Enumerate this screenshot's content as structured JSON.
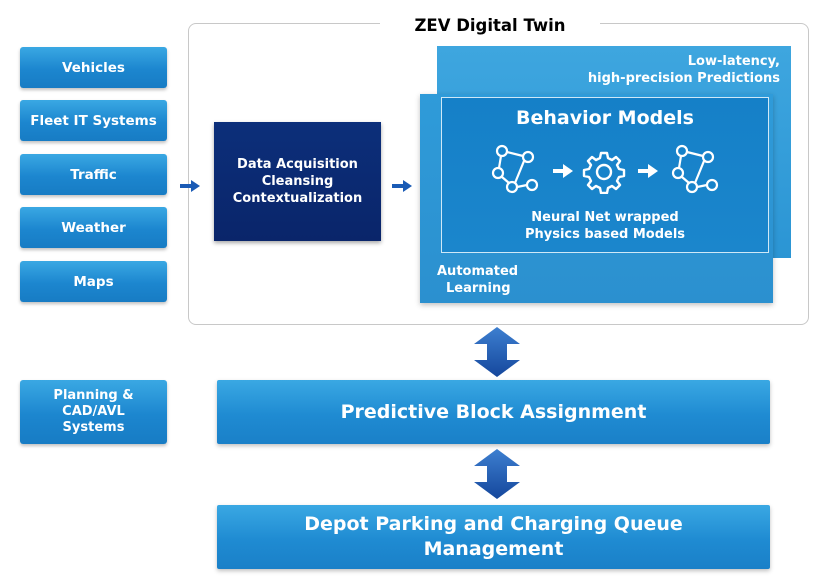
{
  "title": "ZEV Digital Twin",
  "sources": [
    "Vehicles",
    "Fleet IT Systems",
    "Traffic",
    "Weather",
    "Maps"
  ],
  "acquisition": {
    "line1": "Data Acquisition",
    "line2": "Cleansing",
    "line3": "Contextualization"
  },
  "predictions": {
    "line1": "Low-latency,",
    "line2": "high-precision Predictions"
  },
  "automated_learning": {
    "line1": "Automated",
    "line2": "Learning"
  },
  "behavior_models": {
    "title": "Behavior Models",
    "sub1": "Neural Net wrapped",
    "sub2": "Physics based Models"
  },
  "planning": {
    "line1": "Planning &",
    "line2": "CAD/AVL",
    "line3": "Systems"
  },
  "block_assignment": "Predictive Block Assignment",
  "depot": {
    "line1": "Depot Parking and Charging Queue",
    "line2": "Management"
  },
  "colors": {
    "box_blue": "#1f8bd2",
    "dark_navy": "#0a256a",
    "arrow_blue": "#1a5bb5"
  },
  "icons": [
    "network-icon",
    "arrow-right-icon",
    "gear-icon",
    "arrow-right-icon",
    "network-icon",
    "double-arrow-icon"
  ]
}
